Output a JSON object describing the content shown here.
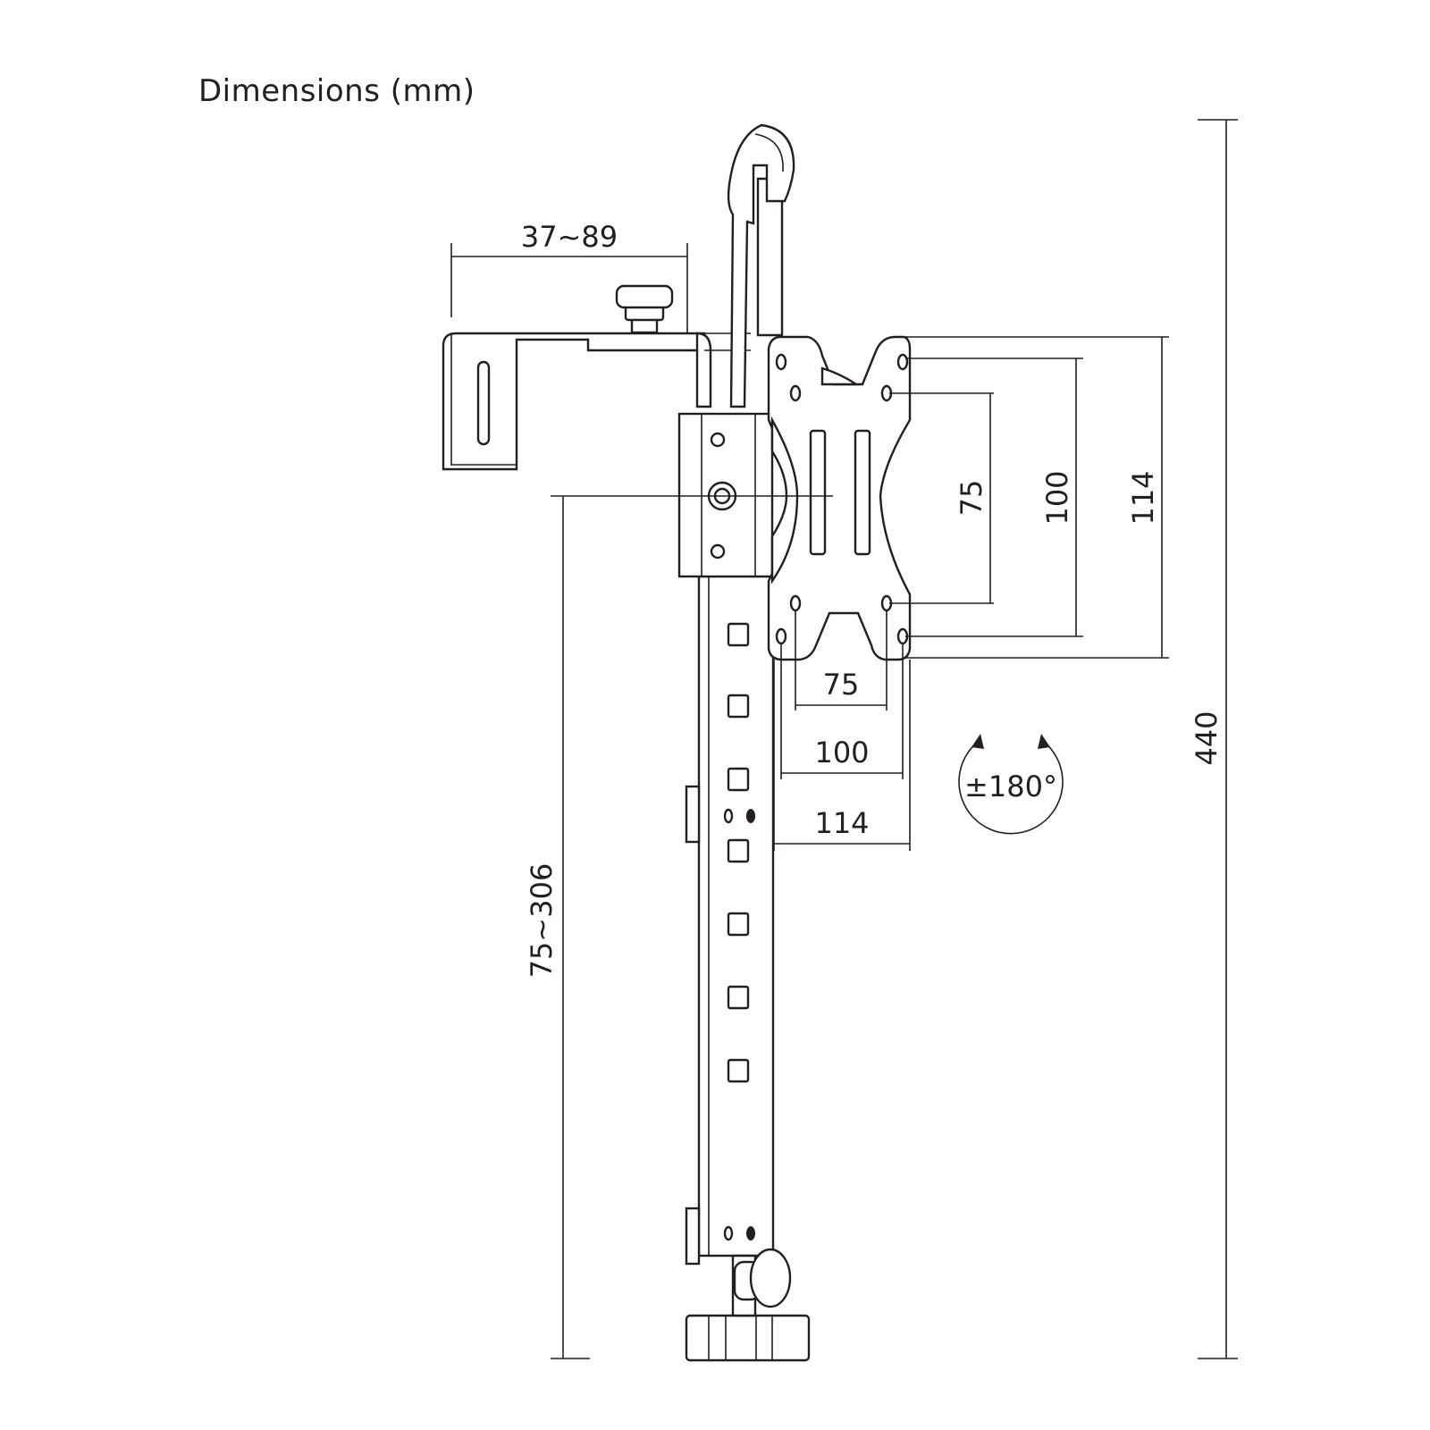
{
  "title": "Dimensions (mm)",
  "dimensions": {
    "clamp_width": "37~89",
    "vesa_vertical_small": "75",
    "vesa_vertical_medium": "100",
    "vesa_vertical_large": "114",
    "vesa_horizontal_small": "75",
    "vesa_horizontal_medium": "100",
    "vesa_horizontal_large": "114",
    "rotation": "±180°",
    "total_height": "440",
    "adjustable_height": "75~306"
  },
  "colors": {
    "line": "#231f20",
    "background": "#ffffff"
  }
}
